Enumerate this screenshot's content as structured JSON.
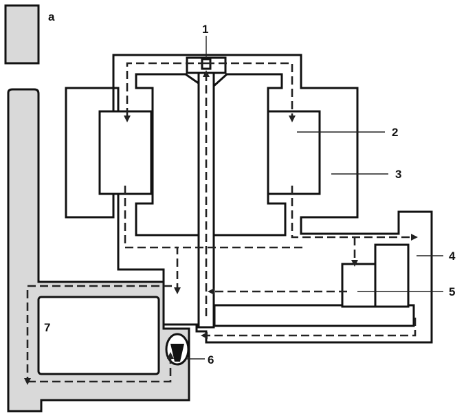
{
  "legend": {
    "key": "a"
  },
  "labels": {
    "l1": "1",
    "l2": "2",
    "l3": "3",
    "l4": "4",
    "l5": "5",
    "l6": "6",
    "l7": "7"
  },
  "colors": {
    "duct_fill": "#d9d9d9",
    "outline": "#111111",
    "flow": "#222222"
  }
}
